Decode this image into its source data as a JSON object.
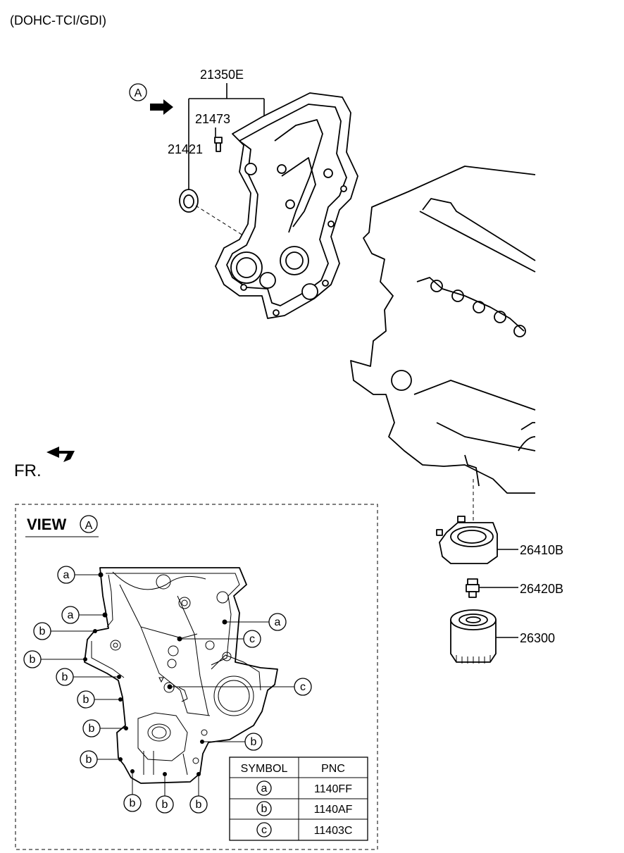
{
  "header": {
    "variant": "(DOHC-TCI/GDI)"
  },
  "parts": {
    "cover": "21350E",
    "bolt": "21473",
    "seal": "21421",
    "cooler": "26410B",
    "sensor": "26420B",
    "filter": "26300"
  },
  "view_arrow": {
    "letter": "A"
  },
  "front": {
    "label": "FR."
  },
  "view_box": {
    "title": "VIEW",
    "letter": "A"
  },
  "callouts": {
    "a": "a",
    "b": "b",
    "c": "c"
  },
  "symbol_table": {
    "headers": [
      "SYMBOL",
      "PNC"
    ],
    "rows": [
      {
        "symbol": "a",
        "pnc": "1140FF"
      },
      {
        "symbol": "b",
        "pnc": "1140AF"
      },
      {
        "symbol": "c",
        "pnc": "11403C"
      }
    ]
  }
}
